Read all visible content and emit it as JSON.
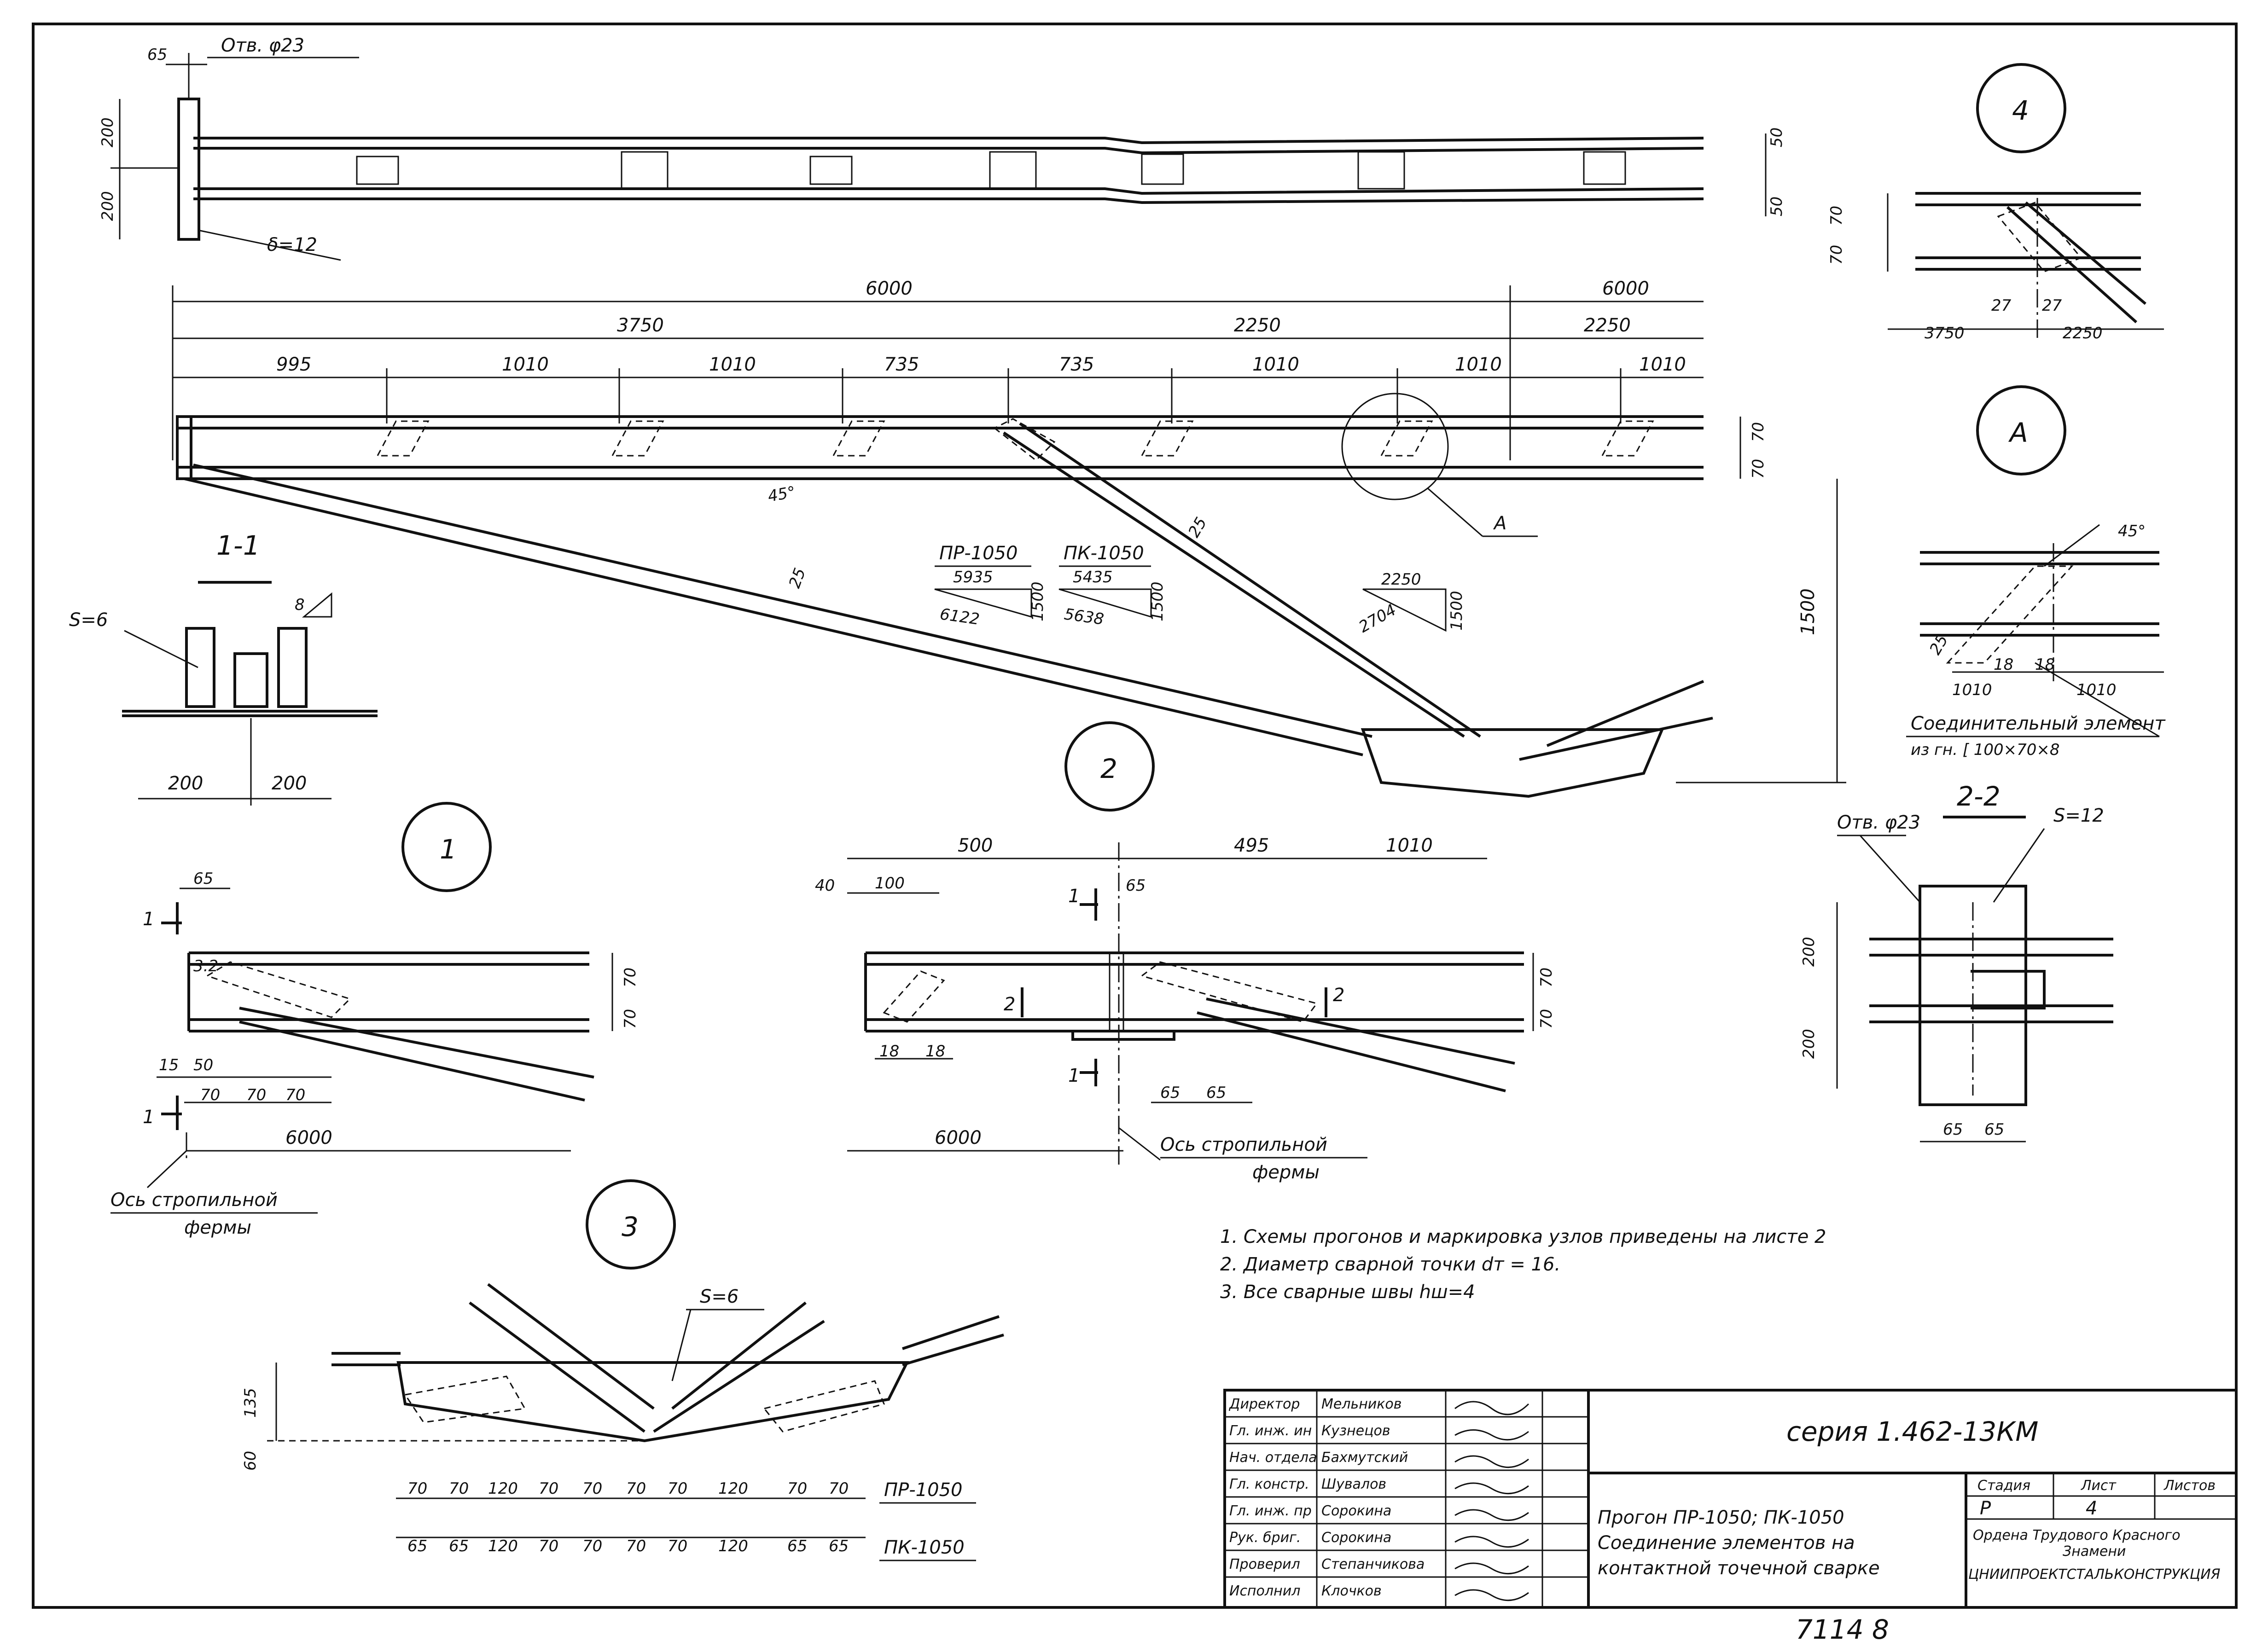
{
  "drawing": {
    "plan": {
      "hole_label": "Отв. φ23",
      "plate_label": "δ=12",
      "dims_left": [
        "65",
        "200",
        "200"
      ],
      "dims_right": [
        "50",
        "50"
      ]
    },
    "elevation": {
      "overall": [
        "6000",
        "6000"
      ],
      "spans": [
        "3750",
        "2250",
        "2250"
      ],
      "panels": [
        "995",
        "1010",
        "1010",
        "735",
        "735",
        "1010",
        "1010",
        "1010"
      ],
      "chord_dims": [
        "70",
        "70"
      ],
      "height": "1500",
      "angle": "45°",
      "callout_A": "А",
      "weld_25a": "25",
      "weld_25b": "25",
      "pr_table": {
        "title": "ПР-1050",
        "top": "5935",
        "bottom": "6122",
        "side": "1500"
      },
      "pk_table": {
        "title": "ПК-1050",
        "top": "5435",
        "bottom": "5638",
        "side": "1500"
      },
      "right_triangle": {
        "top": "2250",
        "hyp": "2704",
        "side": "1500"
      }
    },
    "section_11": {
      "title": "1-1",
      "thickness": "S=6",
      "weld": "8",
      "dims": [
        "200",
        "200"
      ]
    },
    "node_4": {
      "number": "4",
      "dims_v": [
        "70",
        "70"
      ],
      "dims_h": [
        "3750",
        "27",
        "27",
        "2250"
      ]
    },
    "node_A": {
      "letter": "А",
      "angle": "45°",
      "dims": [
        "1010",
        "18",
        "18",
        "1010"
      ],
      "dim_a": "25",
      "note1": "Соединительный элемент",
      "note2": "из гн. [ 100×70×8"
    },
    "node_1": {
      "number": "1",
      "cut_mark": "1",
      "dims_top": [
        "65"
      ],
      "dims_bottom": [
        "15",
        "50",
        "70",
        "70",
        "70"
      ],
      "dims_v": [
        "70",
        "70"
      ],
      "axis_dim": "6000",
      "axis_note": "Ось стропильной",
      "axis_note2": "фермы",
      "weld": "3.2"
    },
    "node_2": {
      "number": "2",
      "dims_top": [
        "500",
        "495",
        "1010"
      ],
      "dims_sub": [
        "40",
        "100",
        "65"
      ],
      "dims_bottom": [
        "18",
        "18",
        "65",
        "65"
      ],
      "dims_v": [
        "70",
        "70"
      ],
      "cut_mark": "1",
      "sec_mark": "2",
      "axis_dim": "6000",
      "axis_note": "Ось стропильной",
      "axis_note2": "фермы"
    },
    "section_22": {
      "title": "2-2",
      "hole_label": "Отв. φ23",
      "plate_label": "S=12",
      "dims_v": [
        "200",
        "200"
      ],
      "dims_h": [
        "65",
        "65"
      ]
    },
    "node_3": {
      "number": "3",
      "plate_label": "S=6",
      "dims_v": [
        "135",
        "60"
      ],
      "row_pr": [
        "70",
        "70",
        "120",
        "70",
        "70",
        "70",
        "70",
        "120",
        "70",
        "70"
      ],
      "row_pr_label": "ПР-1050",
      "row_pk": [
        "65",
        "65",
        "120",
        "70",
        "70",
        "70",
        "70",
        "120",
        "65",
        "65"
      ],
      "row_pk_label": "ПК-1050"
    },
    "notes": [
      "1. Схемы прогонов и маркировка узлов приведены на листе 2",
      "2. Диаметр сварной точки dт = 16.",
      "3. Все сварные швы hш=4"
    ]
  },
  "title_block": {
    "staff": [
      {
        "role": "Директор",
        "name": "Мельников"
      },
      {
        "role": "Гл. инж. ин",
        "name": "Кузнецов"
      },
      {
        "role": "Нач. отдела",
        "name": "Бахмутский"
      },
      {
        "role": "Гл. констр.",
        "name": "Шувалов"
      },
      {
        "role": "Гл. инж. пр",
        "name": "Сорокина"
      },
      {
        "role": "Рук. бриг.",
        "name": "Сорокина"
      },
      {
        "role": "Проверил",
        "name": "Степанчикова"
      },
      {
        "role": "Исполнил",
        "name": "Клочков"
      }
    ],
    "series": "серия 1.462-13КМ",
    "title_line1": "Прогон ПР-1050; ПК-1050",
    "title_line2": "Соединение элементов на",
    "title_line3": "контактной точечной сварке",
    "stage_header": "Стадия",
    "sheet_header": "Лист",
    "sheets_header": "Листов",
    "stage_value": "Р",
    "sheet_value": "4",
    "org_line1": "Ордена Трудового Красного",
    "org_line2": "Знамени",
    "org_line3": "ЦНИИПРОЕКТСТАЛЬКОНСТРУКЦИЯ",
    "stamp": "7114 8"
  }
}
